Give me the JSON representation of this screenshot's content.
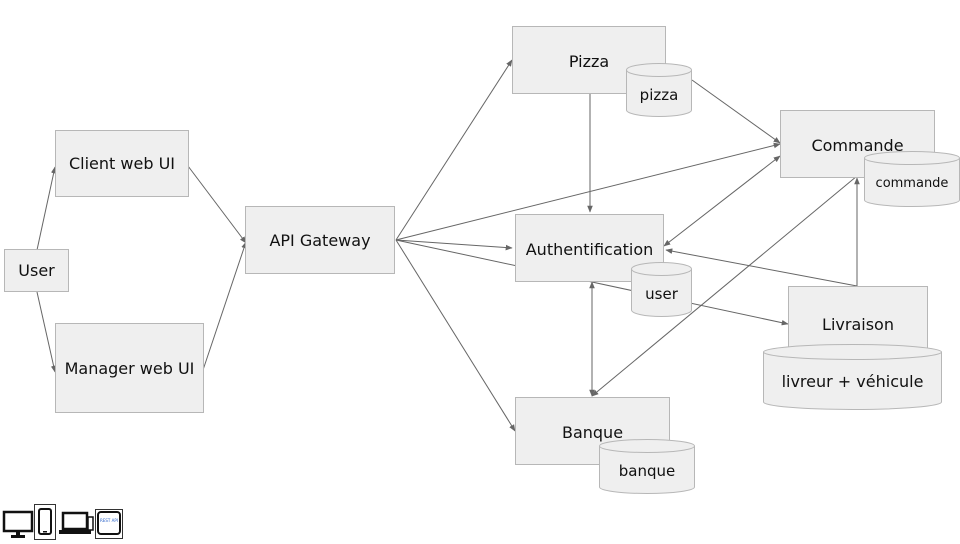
{
  "nodes": {
    "user": "User",
    "client_web_ui": "Client web UI",
    "manager_web_ui": "Manager web UI",
    "api_gateway": "API Gateway",
    "pizza": "Pizza",
    "authentification": "Authentification",
    "banque": "Banque",
    "commande": "Commande",
    "livraison": "Livraison"
  },
  "databases": {
    "pizza": "pizza",
    "user": "user",
    "banque": "banque",
    "commande": "commande",
    "livraison": "livreur + véhicule"
  },
  "edges": [
    {
      "from": "user",
      "to": "client_web_ui"
    },
    {
      "from": "user",
      "to": "manager_web_ui"
    },
    {
      "from": "client_web_ui",
      "to": "api_gateway"
    },
    {
      "from": "manager_web_ui",
      "to": "api_gateway"
    },
    {
      "from": "api_gateway",
      "to": "pizza"
    },
    {
      "from": "api_gateway",
      "to": "authentification"
    },
    {
      "from": "api_gateway",
      "to": "banque"
    },
    {
      "from": "api_gateway",
      "to": "commande"
    },
    {
      "from": "api_gateway",
      "to": "livraison"
    },
    {
      "from": "pizza",
      "to": "authentification"
    },
    {
      "from": "pizza_db",
      "to": "commande"
    },
    {
      "from": "commande",
      "to": "authentification"
    },
    {
      "from": "livraison",
      "to": "authentification"
    },
    {
      "from": "livraison",
      "to": "commande"
    },
    {
      "from": "banque",
      "to": "authentification"
    },
    {
      "from": "authentification",
      "to": "banque"
    },
    {
      "from": "commande",
      "to": "banque"
    }
  ],
  "legend": {
    "icons": [
      "desktop-icon",
      "phone-icon",
      "laptop-icon",
      "rest-api-icon"
    ],
    "rest_api_text": "REST API"
  },
  "colors": {
    "box_fill": "#efefef",
    "box_border": "#b7b7b7",
    "edge": "#666666"
  }
}
